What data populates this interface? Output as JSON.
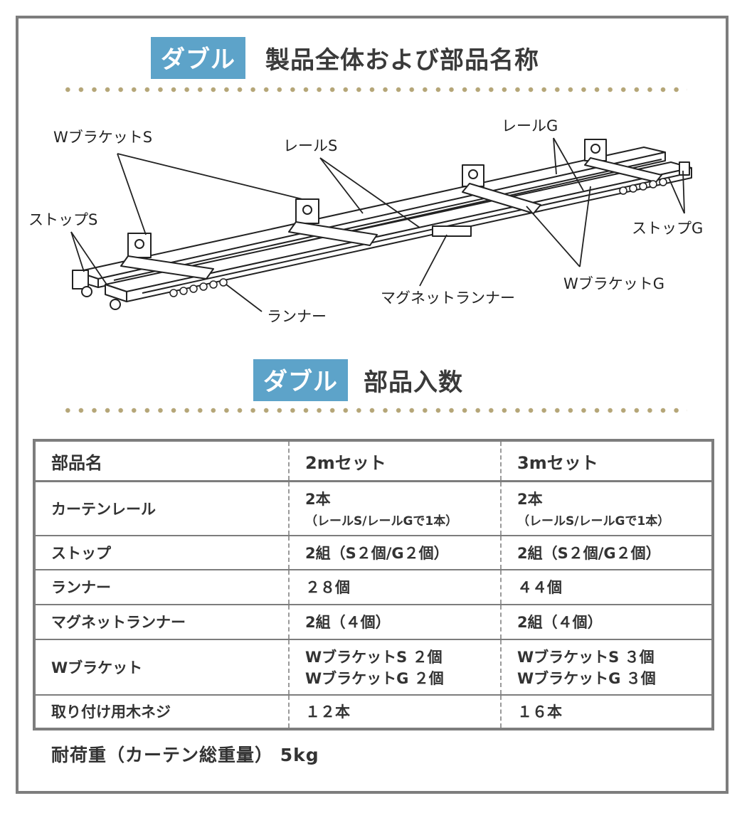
{
  "header1": {
    "tag": "ダブル",
    "title": "製品全体および部品名称"
  },
  "diagram": {
    "labels": {
      "w_bracket_s": "WブラケットS",
      "rail_s": "レールS",
      "rail_g": "レールG",
      "stop_s": "ストップS",
      "stop_g": "ストップG",
      "w_bracket_g": "WブラケットG",
      "magnet_runner": "マグネットランナー",
      "runner": "ランナー"
    }
  },
  "header2": {
    "tag": "ダブル",
    "title": "部品入数"
  },
  "table": {
    "headers": [
      "部品名",
      "2mセット",
      "3mセット"
    ],
    "rows": [
      {
        "name": "カーテンレール",
        "set2": "2本",
        "set2_sub": "（レールS/レールGで1本）",
        "set3": "2本",
        "set3_sub": "（レールS/レールGで1本）"
      },
      {
        "name": "ストップ",
        "set2": "2組（S２個/G２個）",
        "set3": "2組（S２個/G２個）"
      },
      {
        "name": "ランナー",
        "set2": "２８個",
        "set3": "４４個"
      },
      {
        "name": "マグネットランナー",
        "set2": "2組（４個）",
        "set3": "2組（４個）"
      },
      {
        "name": "Wブラケット",
        "set2": "WブラケットS ２個",
        "set2_b": "WブラケットG ２個",
        "set3": "WブラケットS ３個",
        "set3_b": "WブラケットG ３個"
      },
      {
        "name": "取り付け用木ネジ",
        "set2": "１２本",
        "set3": "１６本"
      }
    ]
  },
  "footer": {
    "text": "耐荷重（カーテン総重量） 5kg"
  },
  "colors": {
    "tag_bg": "#5da3c9",
    "dots": "#b5a678",
    "border": "#7d7d7d"
  }
}
